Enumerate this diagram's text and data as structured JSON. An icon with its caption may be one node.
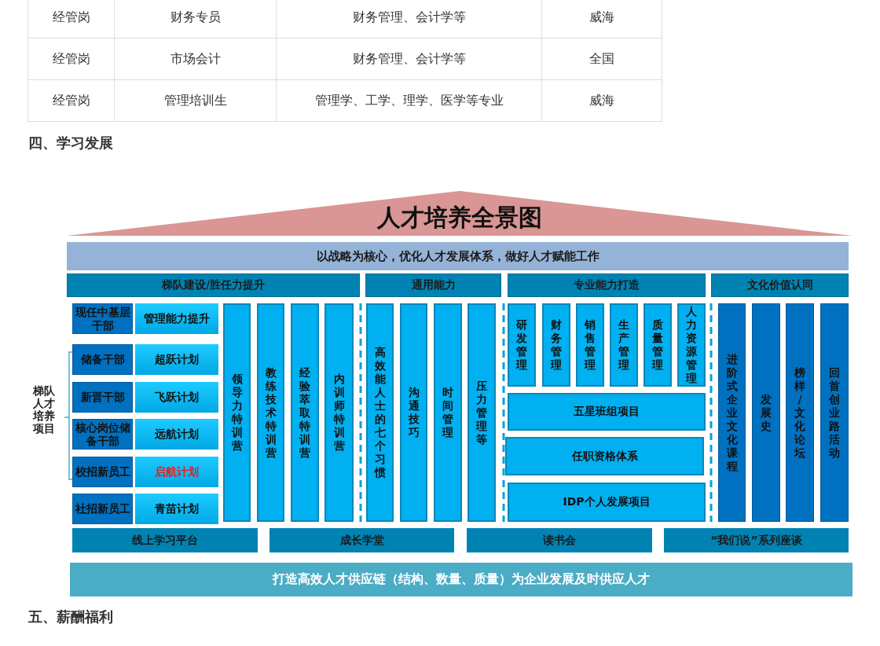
{
  "diagram": {
    "nodes": [
      {
        "text": [
          "人才培养全景图"
        ]
      },
      {
        "text": [
          "以战略为核心，优化人才发展体系，做好人才赋能工作"
        ]
      },
      {
        "text": [
          "梯队建设/胜任力提升"
        ]
      },
      {
        "text": [
          "通用能力"
        ]
      },
      {
        "text": [
          "专业能力打造"
        ]
      },
      {
        "text": [
          "文化价值认同"
        ]
      },
      {
        "text": [
          "现任中基层干部"
        ]
      },
      {
        "text": [
          "管理能力提升"
        ]
      },
      {
        "text": [
          "储备干部"
        ]
      },
      {
        "text": [
          "超跃计划"
        ]
      },
      {
        "text": [
          "新晋干部"
        ]
      },
      {
        "text": [
          "飞跃计划"
        ]
      },
      {
        "text": [
          "核心岗位储备干部"
        ]
      },
      {
        "text": [
          "远航计划"
        ]
      },
      {
        "text": [
          "校招新员工"
        ]
      },
      {
        "text": [
          "启航计划"
        ]
      },
      {
        "text": [
          "社招新员工"
        ]
      },
      {
        "text": [
          "青苗计划"
        ]
      },
      {
        "text": [
          "领导力特训营"
        ]
      },
      {
        "text": [
          "教练技术特训营"
        ]
      },
      {
        "text": [
          "经验萃取特训营"
        ]
      },
      {
        "text": [
          "内训师特训营"
        ]
      },
      {
        "text": [
          "高效能人士的七个习惯"
        ]
      },
      {
        "text": [
          "沟通技巧"
        ]
      },
      {
        "text": [
          "时间管理"
        ]
      },
      {
        "text": [
          "压力管理等"
        ]
      },
      {
        "text": [
          "研发管理"
        ]
      },
      {
        "text": [
          "财务管理"
        ]
      },
      {
        "text": [
          "销售管理"
        ]
      },
      {
        "text": [
          "生产管理"
        ]
      },
      {
        "text": [
          "质量管理"
        ]
      },
      {
        "text": [
          "人力资源管理"
        ]
      },
      {
        "text": [
          "五星班组项目"
        ]
      },
      {
        "text": [
          "任职资格体系"
        ]
      },
      {
        "text": [
          "IDP个人发展项目"
        ]
      },
      {
        "text": [
          "进阶式企业文化课程"
        ]
      },
      {
        "text": [
          "发展史"
        ]
      },
      {
        "text": [
          "榜样/文化论坛"
        ]
      },
      {
        "text": [
          "回首创业路活动"
        ]
      },
      {
        "text": [
          "线上学习平台"
        ]
      },
      {
        "text": [
          "成长学堂"
        ]
      },
      {
        "text": [
          "读书会"
        ]
      },
      {
        "text": [
          "“我们说”系列座谈"
        ]
      },
      {
        "text": [
          "打造高效人才供应链（结构、数量、质量）为企业发展及时供应人才"
        ]
      }
    ],
    "labels": [
      "经管岗",
      "财务专员",
      "财务管理、会计学等",
      "威海",
      "经管岗",
      "市场会计",
      "财务管理、会计学等",
      "全国",
      "经管岗",
      "管理培训生",
      "管理学、工学、理学、医学等专业",
      "威海",
      "四、学习发展",
      "梯队人才培养项目",
      "五、薪酬福利"
    ]
  }
}
